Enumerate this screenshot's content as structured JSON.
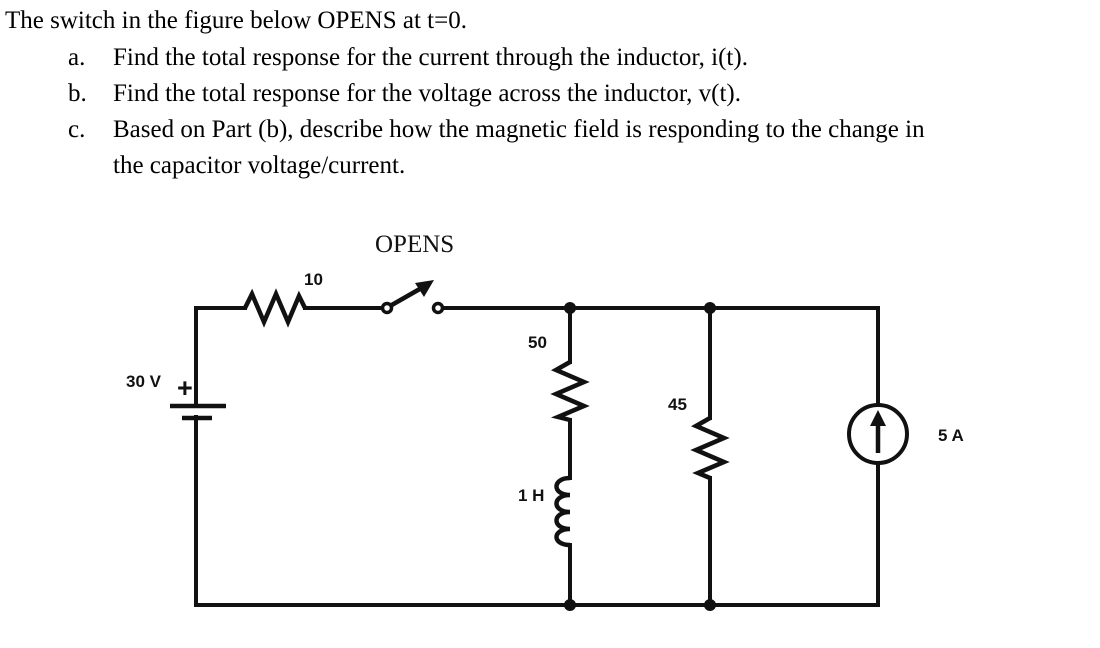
{
  "problem": {
    "stem": "The switch in the figure below OPENS at t=0.",
    "items": [
      {
        "marker": "a.",
        "text": "Find the total response for the current through the inductor, i(t).",
        "continuation": ""
      },
      {
        "marker": "b.",
        "text": "Find the total response for the voltage across the inductor, v(t).",
        "continuation": ""
      },
      {
        "marker": "c.",
        "text": "Based on Part (b), describe how the magnetic field is responding to the change in",
        "continuation": "the capacitor voltage/current."
      }
    ]
  },
  "figure": {
    "switch_label": "OPENS",
    "source_voltage_label": "30 V",
    "source_polarity": "+",
    "series_resistor_label": "10",
    "branch_resistor_label": "50",
    "inductor_label": "1 H",
    "parallel_resistor_label": "45",
    "current_source_label": "5 A",
    "colors": {
      "ink": "#111111",
      "background": "#ffffff"
    }
  }
}
